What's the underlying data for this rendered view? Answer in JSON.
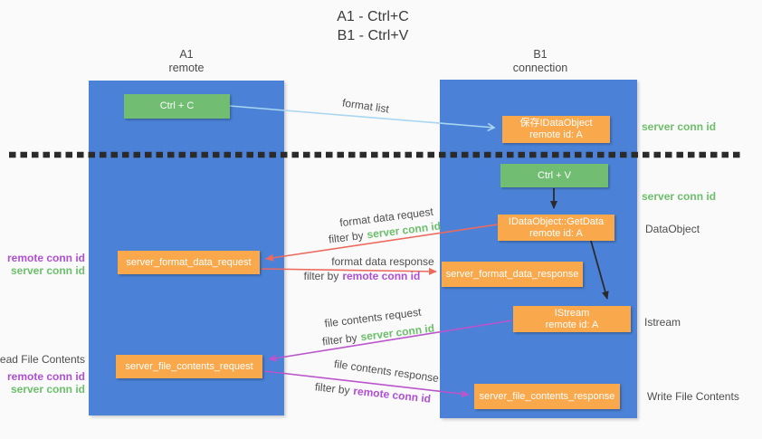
{
  "title": {
    "line1": "A1 - Ctrl+C",
    "line2": "B1 - Ctrl+V"
  },
  "columns": {
    "a": {
      "name": "A1",
      "role": "remote"
    },
    "b": {
      "name": "B1",
      "role": "connection"
    }
  },
  "nodes": {
    "ctrl_c": "Ctrl + C",
    "ctrl_v": "Ctrl + V",
    "save_dataobject": {
      "line1": "保存IDataObject",
      "line2": "remote id: A"
    },
    "getdata": {
      "line1": "IDataObject::GetData",
      "line2": "remote id: A"
    },
    "istream": {
      "line1": "IStream",
      "line2": "remote id: A"
    },
    "server_format_data_request": "server_format_data_request",
    "server_format_data_response": "server_format_data_response",
    "server_file_contents_request": "server_file_contents_request",
    "server_file_contents_response": "server_file_contents_response"
  },
  "flow_labels": {
    "format_list": "format list",
    "format_data_request": "format data request",
    "format_data_response": "format data response",
    "file_contents_request": "file contents request",
    "file_contents_response": "file contents response",
    "filter_by": "filter by"
  },
  "side_labels": {
    "server_conn_id": "server conn id",
    "remote_conn_id": "remote conn id",
    "read_file_contents": "Read File Contents",
    "write_file_contents": "Write File Contents",
    "dataobject": "DataObject",
    "istream": "Istream"
  },
  "colors": {
    "column_blue": "#4b82d7",
    "box_green": "#71be73",
    "box_orange": "#f9a84c",
    "arrow_blue": "#a9d6f0",
    "arrow_salmon": "#ed6a5e",
    "arrow_purple": "#ba55cb",
    "arrow_black": "#2b2b2b",
    "text_green": "#6dbf6b",
    "text_purple": "#b04fd4",
    "text_grey": "#4d4d4d"
  }
}
